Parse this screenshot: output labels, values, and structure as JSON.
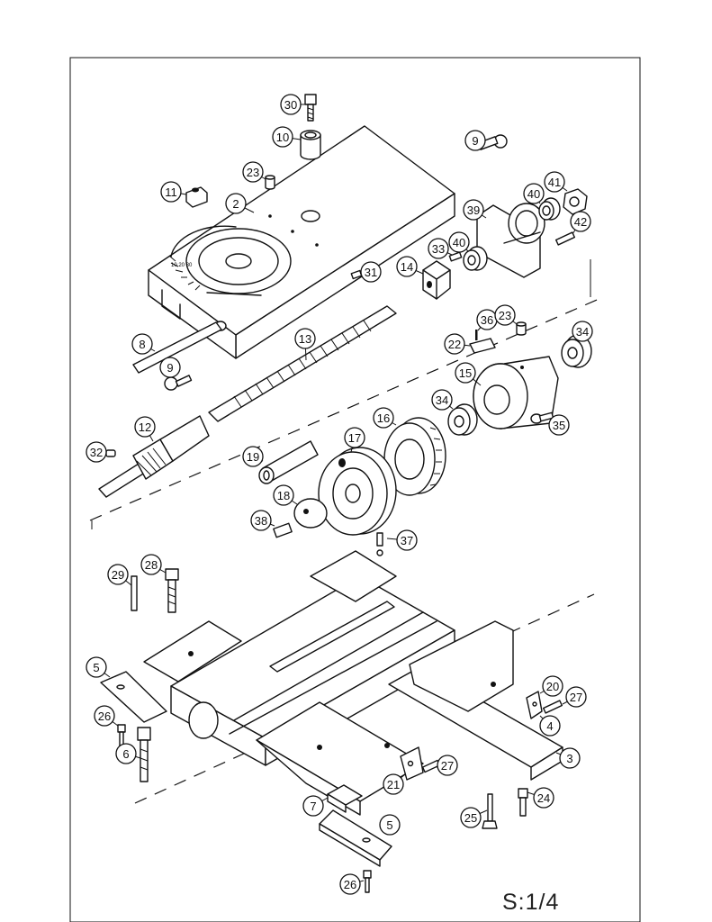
{
  "sheet": {
    "scale_label": "S:1/4"
  },
  "callouts": [
    {
      "id": "c30",
      "label": "30"
    },
    {
      "id": "c10",
      "label": "10"
    },
    {
      "id": "c9a",
      "label": "9"
    },
    {
      "id": "c23a",
      "label": "23"
    },
    {
      "id": "c11",
      "label": "11"
    },
    {
      "id": "c2",
      "label": "2"
    },
    {
      "id": "c41",
      "label": "41"
    },
    {
      "id": "c40a",
      "label": "40"
    },
    {
      "id": "c39",
      "label": "39"
    },
    {
      "id": "c42",
      "label": "42"
    },
    {
      "id": "c33",
      "label": "33"
    },
    {
      "id": "c40b",
      "label": "40"
    },
    {
      "id": "c14",
      "label": "14"
    },
    {
      "id": "c31",
      "label": "31"
    },
    {
      "id": "c36",
      "label": "36"
    },
    {
      "id": "c23b",
      "label": "23"
    },
    {
      "id": "c22",
      "label": "22"
    },
    {
      "id": "c34a",
      "label": "34"
    },
    {
      "id": "c13",
      "label": "13"
    },
    {
      "id": "c8",
      "label": "8"
    },
    {
      "id": "c9b",
      "label": "9"
    },
    {
      "id": "c15",
      "label": "15"
    },
    {
      "id": "c34b",
      "label": "34"
    },
    {
      "id": "c35",
      "label": "35"
    },
    {
      "id": "c16",
      "label": "16"
    },
    {
      "id": "c12",
      "label": "12"
    },
    {
      "id": "c17",
      "label": "17"
    },
    {
      "id": "c32",
      "label": "32"
    },
    {
      "id": "c19",
      "label": "19"
    },
    {
      "id": "c18",
      "label": "18"
    },
    {
      "id": "c38",
      "label": "38"
    },
    {
      "id": "c37",
      "label": "37"
    },
    {
      "id": "c29",
      "label": "29"
    },
    {
      "id": "c28",
      "label": "28"
    },
    {
      "id": "c5a",
      "label": "5"
    },
    {
      "id": "c20",
      "label": "20"
    },
    {
      "id": "c27a",
      "label": "27"
    },
    {
      "id": "c26a",
      "label": "26"
    },
    {
      "id": "c4",
      "label": "4"
    },
    {
      "id": "c6",
      "label": "6"
    },
    {
      "id": "c3",
      "label": "3"
    },
    {
      "id": "c27b",
      "label": "27"
    },
    {
      "id": "c21",
      "label": "21"
    },
    {
      "id": "c24",
      "label": "24"
    },
    {
      "id": "c7",
      "label": "7"
    },
    {
      "id": "c25",
      "label": "25"
    },
    {
      "id": "c5b",
      "label": "5"
    },
    {
      "id": "c26b",
      "label": "26"
    }
  ]
}
